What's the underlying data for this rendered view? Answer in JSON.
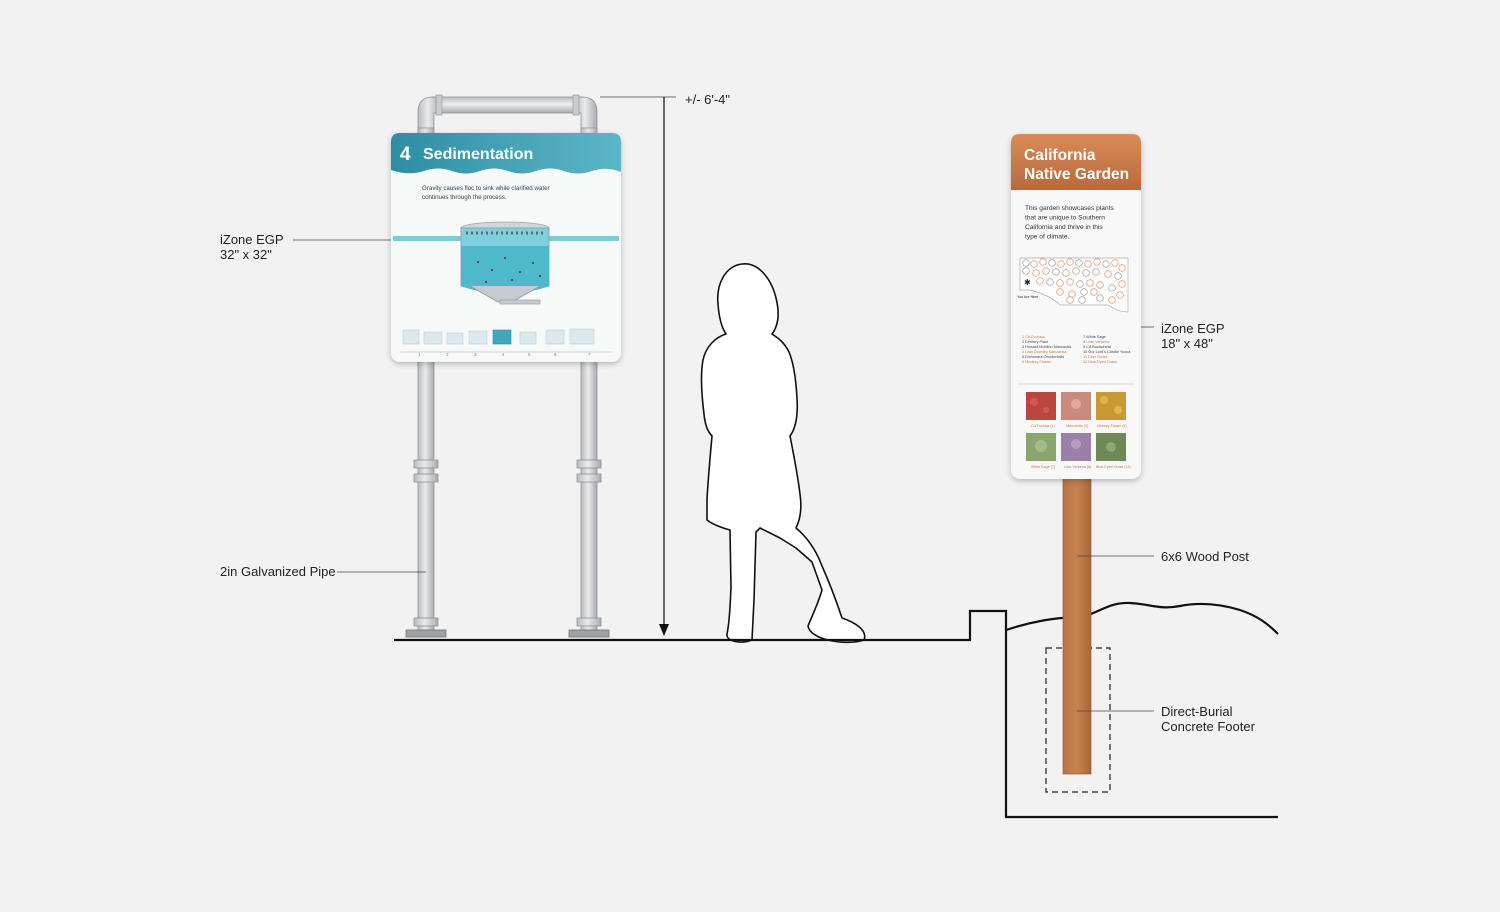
{
  "annotations": {
    "height": "+/- 6'-4\"",
    "egp_large_line1": "iZone EGP",
    "egp_large_line2": "32\" x 32\"",
    "pipe": "2in Galvanized Pipe",
    "egp_tall_line1": "iZone EGP",
    "egp_tall_line2": "18\" x 48\"",
    "wood_post": "6x6 Wood Post",
    "footer_line1": "Direct-Burial",
    "footer_line2": "Concrete Footer"
  },
  "sign_sedimentation": {
    "number": "4",
    "title": "Sedimentation",
    "body_line1": "Gravity causes floc to sink while clarified water",
    "body_line2": "continues through the process.",
    "step_numbers": [
      "1",
      "2",
      "3",
      "4",
      "5",
      "6",
      "7"
    ],
    "accent_color": "#2f97ab"
  },
  "sign_garden": {
    "title_line1": "California",
    "title_line2": "Native Garden",
    "body_lines": [
      "This garden showcases plants",
      "that are unique to Southern",
      "California and thrive in this",
      "type of climate."
    ],
    "you_are_here": "You Are Here",
    "plant_list_left": [
      "1  CA Fuchsia",
      "2  Century Plant",
      "3  Howard McMinn Manzanita",
      "4  Lilac Dowdey Manzanita",
      "5  Dichondra Occidentalis",
      "6  Monkey Flower"
    ],
    "plant_list_right": [
      "7  White Sage",
      "8  Lilac Verbena",
      "9  CA Buckwheat",
      "10  Our Lord's Candle Yucca",
      "11  Deer Grass",
      "12  Blue-Eyed Grass"
    ],
    "photo_captions": [
      "CA Fuchsia (1)",
      "Manzanita (4)",
      "Monkey Flower (6)",
      "White Sage (7)",
      "Lilac Verbena (8)",
      "Blue-Eyed Grass (12)"
    ],
    "accent_color": "#c9774a"
  }
}
